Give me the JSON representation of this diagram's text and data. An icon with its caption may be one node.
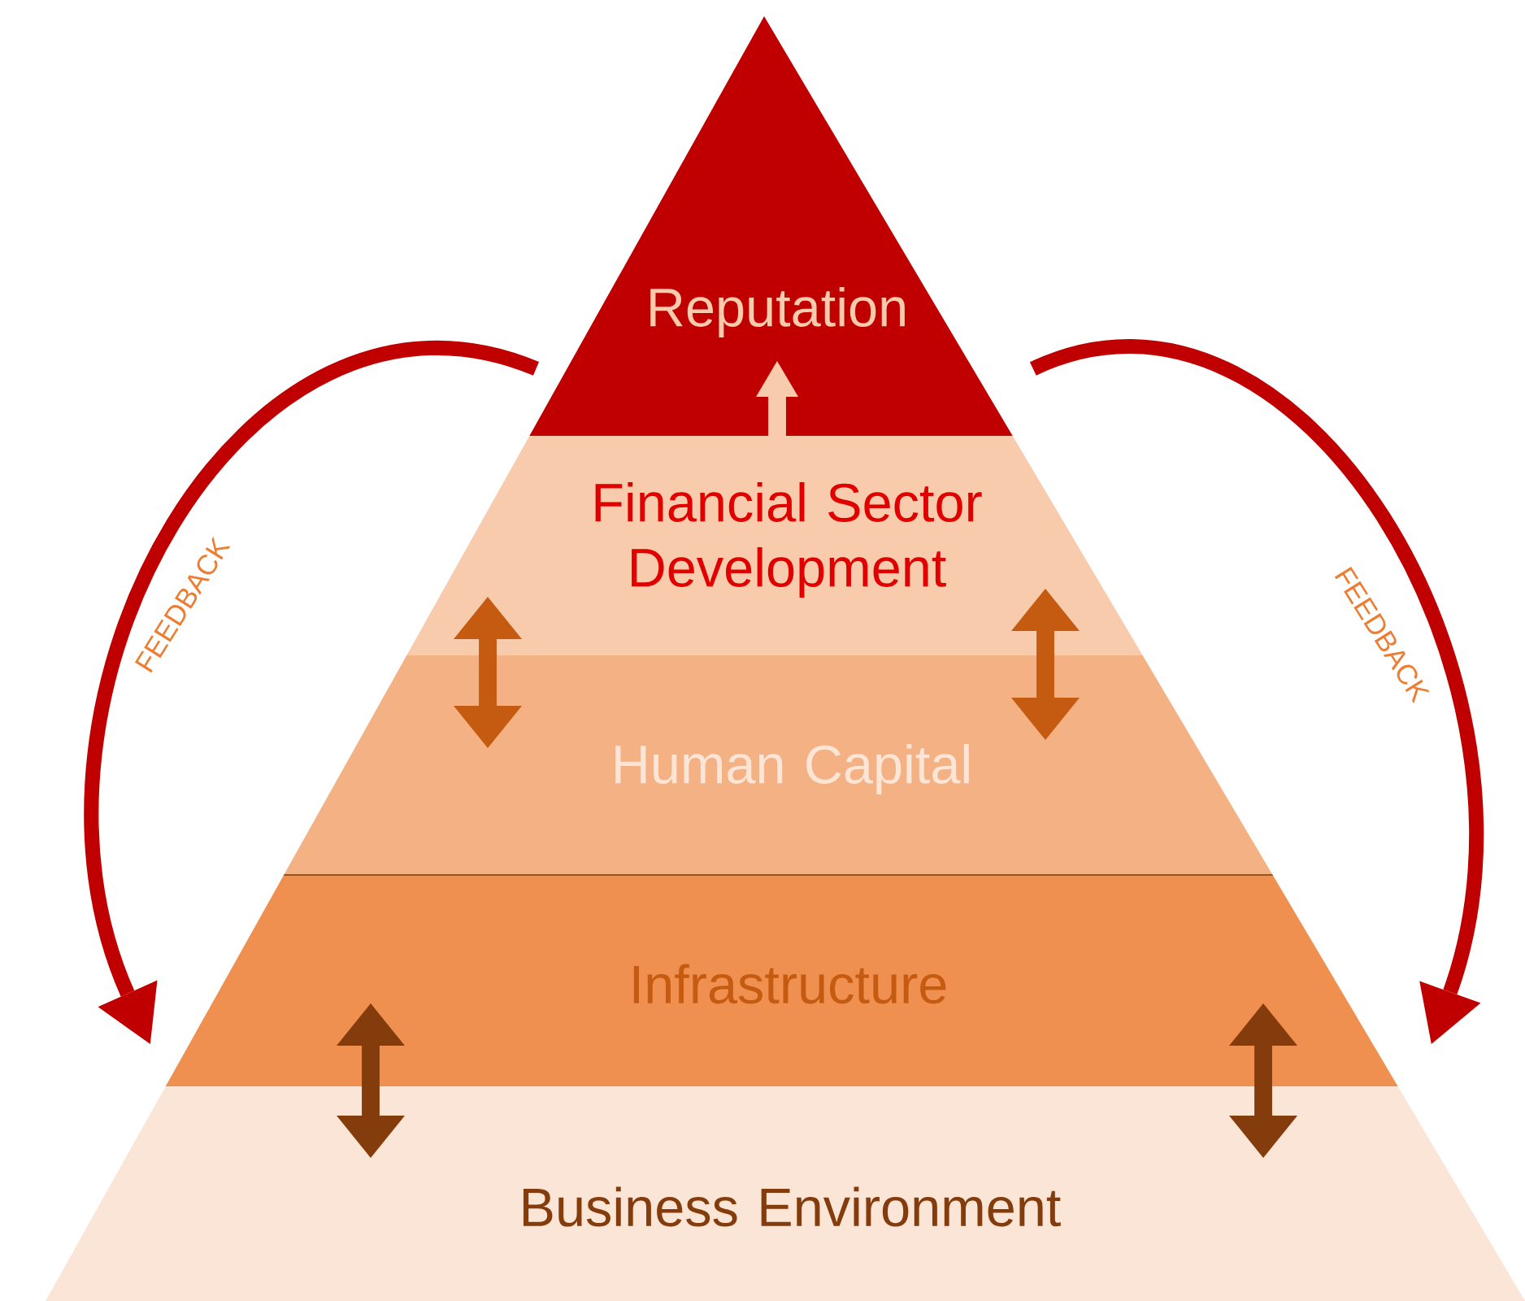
{
  "diagram": {
    "nodes": [
      {
        "text": [
          "Reputation"
        ]
      },
      {
        "text": [
          "Financial Sector Development"
        ]
      },
      {
        "text": [
          "Human Capital"
        ]
      },
      {
        "text": [
          "Infrastructure"
        ]
      },
      {
        "text": [
          "Business Environment"
        ]
      }
    ],
    "edges": [
      {
        "from": 0,
        "to": 3,
        "arrow": "to",
        "label": "FEEDBACK",
        "color": "#c00000"
      },
      {
        "from": 0,
        "to": 3,
        "arrow": "to",
        "label": "FEEDBACK",
        "color": "#c00000"
      },
      {
        "from": 1,
        "to": 0,
        "arrow": "to",
        "color": "#f8cbad"
      },
      {
        "from": 1,
        "to": 2,
        "arrow": "both",
        "color": "#c55a11"
      },
      {
        "from": 1,
        "to": 2,
        "arrow": "both",
        "color": "#c55a11"
      },
      {
        "from": 3,
        "to": 4,
        "arrow": "both",
        "color": "#843c0c"
      },
      {
        "from": 3,
        "to": 4,
        "arrow": "both",
        "color": "#843c0c"
      }
    ]
  }
}
